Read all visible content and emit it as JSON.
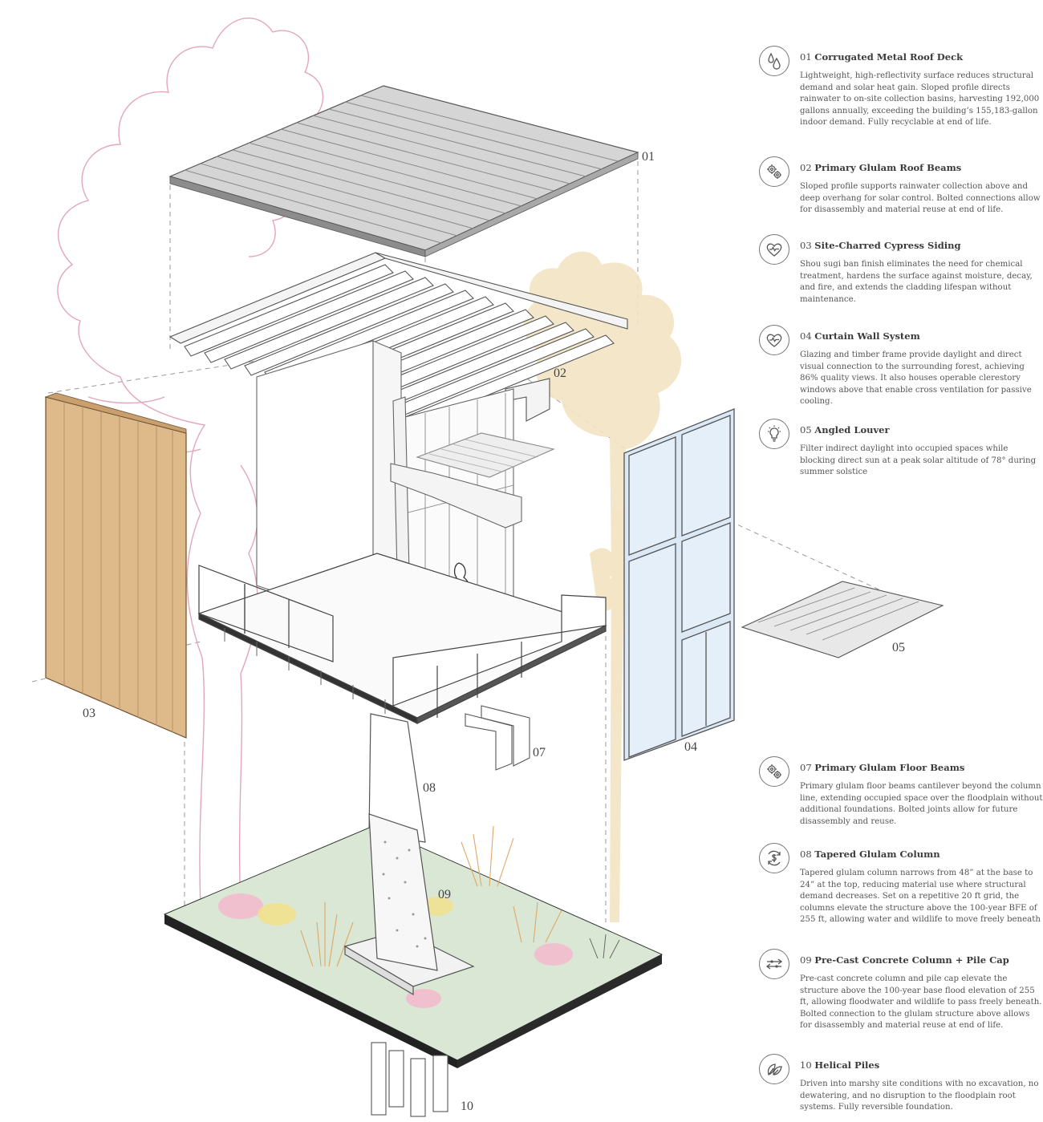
{
  "callouts": [
    "01",
    "02",
    "03",
    "04",
    "05",
    "07",
    "08",
    "09",
    "10"
  ],
  "legend": [
    {
      "num": "01",
      "title": "Corrugated Metal Roof Deck",
      "icon": "water-drops-icon",
      "desc": "Lightweight, high-reflectivity surface reduces structural demand and solar heat gain. Sloped profile directs rainwater to on-site collection basins, harvesting 192,000 gallons annually, exceeding the building’s 155,183-gallon indoor demand. Fully recyclable at end of life."
    },
    {
      "num": "02",
      "title": "Primary Glulam Roof Beams",
      "icon": "gears-icon",
      "desc": "Sloped profile supports rainwater collection above and deep overhang for solar control. Bolted connections allow for disassembly and material reuse at end of life."
    },
    {
      "num": "03",
      "title": "Site-Charred Cypress Siding",
      "icon": "heart-pulse-icon",
      "desc": "Shou sugi ban finish eliminates the need for chemical treatment, hardens the surface against moisture, decay, and fire, and extends the cladding lifespan without maintenance."
    },
    {
      "num": "04",
      "title": "Curtain Wall System",
      "icon": "heart-pulse-icon",
      "desc": "Glazing and timber frame provide daylight and direct visual connection to the surrounding forest, achieving 86% quality views. It also houses operable clerestory windows above that enable cross ventilation for passive cooling."
    },
    {
      "num": "05",
      "title": "Angled Louver",
      "icon": "lightbulb-icon",
      "desc": "Filter indirect daylight into occupied spaces while blocking direct sun at a peak solar altitude of 78° during summer solstice"
    },
    {
      "num": "07",
      "title": "Primary Glulam Floor Beams",
      "icon": "gears-icon",
      "desc": "Primary glulam floor beams cantilever beyond the column line, extending occupied space over the floodplain without additional foundations. Bolted joints allow for future disassembly and reuse."
    },
    {
      "num": "08",
      "title": "Tapered Glulam Column",
      "icon": "dollar-cycle-icon",
      "desc": "Tapered glulam column narrows from 48” at the base to 24” at the top, reducing material use where structural demand decreases. Set on a repetitive 20 ft grid, the columns elevate the structure above the 100-year BFE of 255 ft, allowing water and wildlife to move freely beneath"
    },
    {
      "num": "09",
      "title": "Pre-Cast Concrete Column + Pile Cap",
      "icon": "circuit-arrows-icon",
      "desc": "Pre-cast concrete column and pile cap elevate the structure above the 100-year base flood elevation of 255 ft, allowing floodwater and wildlife to pass freely beneath. Bolted connection to the glulam structure above allows for disassembly and material reuse at end of life."
    },
    {
      "num": "10",
      "title": "Helical Piles",
      "icon": "leaves-icon",
      "desc": "Driven into marshy site conditions with no excavation, no dewatering, and no disruption to the floodplain root systems. Fully reversible foundation."
    }
  ]
}
